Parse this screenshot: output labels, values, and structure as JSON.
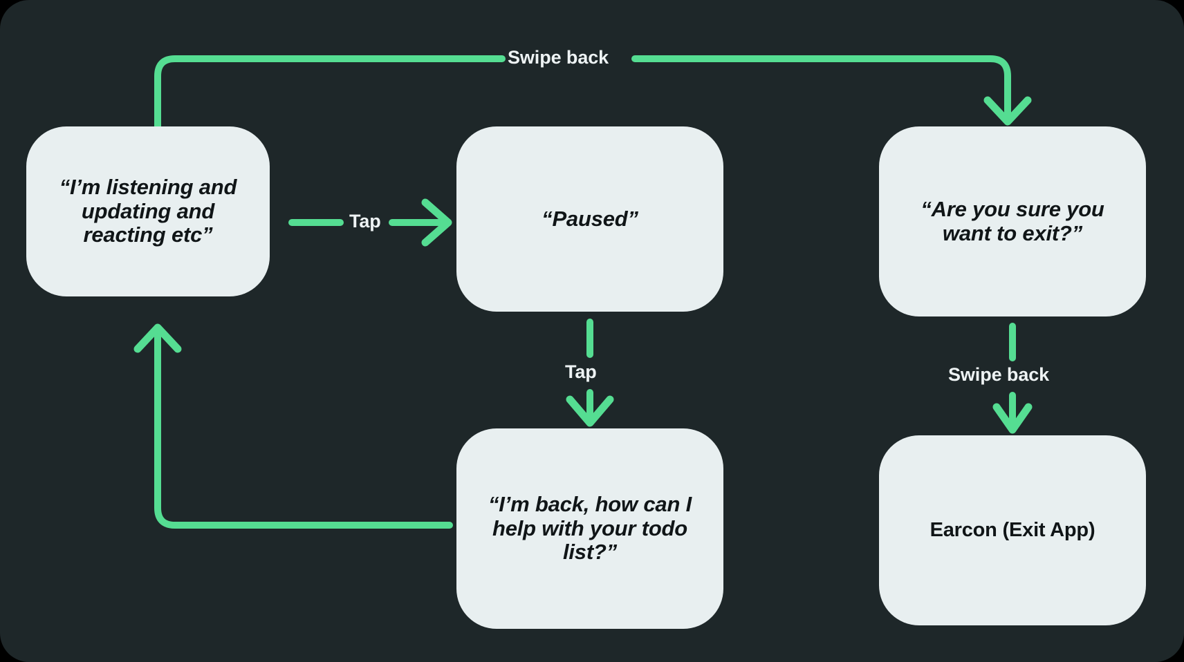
{
  "diagram": {
    "title": "Voice assistant pause / exit state flow",
    "background_color": "#1e2729",
    "page_color": "#000000",
    "card_color": "#e8eff0",
    "accent_color": "#55dd92",
    "label_color": "#eef3f4",
    "nodes": [
      {
        "id": "listening",
        "label": "“I’m listening and updating and reacting etc”",
        "style": "italic-quote"
      },
      {
        "id": "paused",
        "label": "“Paused”",
        "style": "italic-quote"
      },
      {
        "id": "exit-confirm",
        "label": "“Are you sure you want to exit?”",
        "style": "italic-quote"
      },
      {
        "id": "back",
        "label": "“I’m back, how can I help with your todo list?”",
        "style": "italic-quote"
      },
      {
        "id": "earcon",
        "label": "Earcon (Exit App)",
        "style": "plain"
      }
    ],
    "edges": [
      {
        "id": "listening-to-exit",
        "from": "listening",
        "to": "exit-confirm",
        "label": "Swipe back"
      },
      {
        "id": "listening-to-paused",
        "from": "listening",
        "to": "paused",
        "label": "Tap"
      },
      {
        "id": "paused-to-back",
        "from": "paused",
        "to": "back",
        "label": "Tap"
      },
      {
        "id": "exit-to-earcon",
        "from": "exit-confirm",
        "to": "earcon",
        "label": "Swipe back"
      },
      {
        "id": "back-to-listening",
        "from": "back",
        "to": "listening",
        "label": ""
      }
    ]
  }
}
